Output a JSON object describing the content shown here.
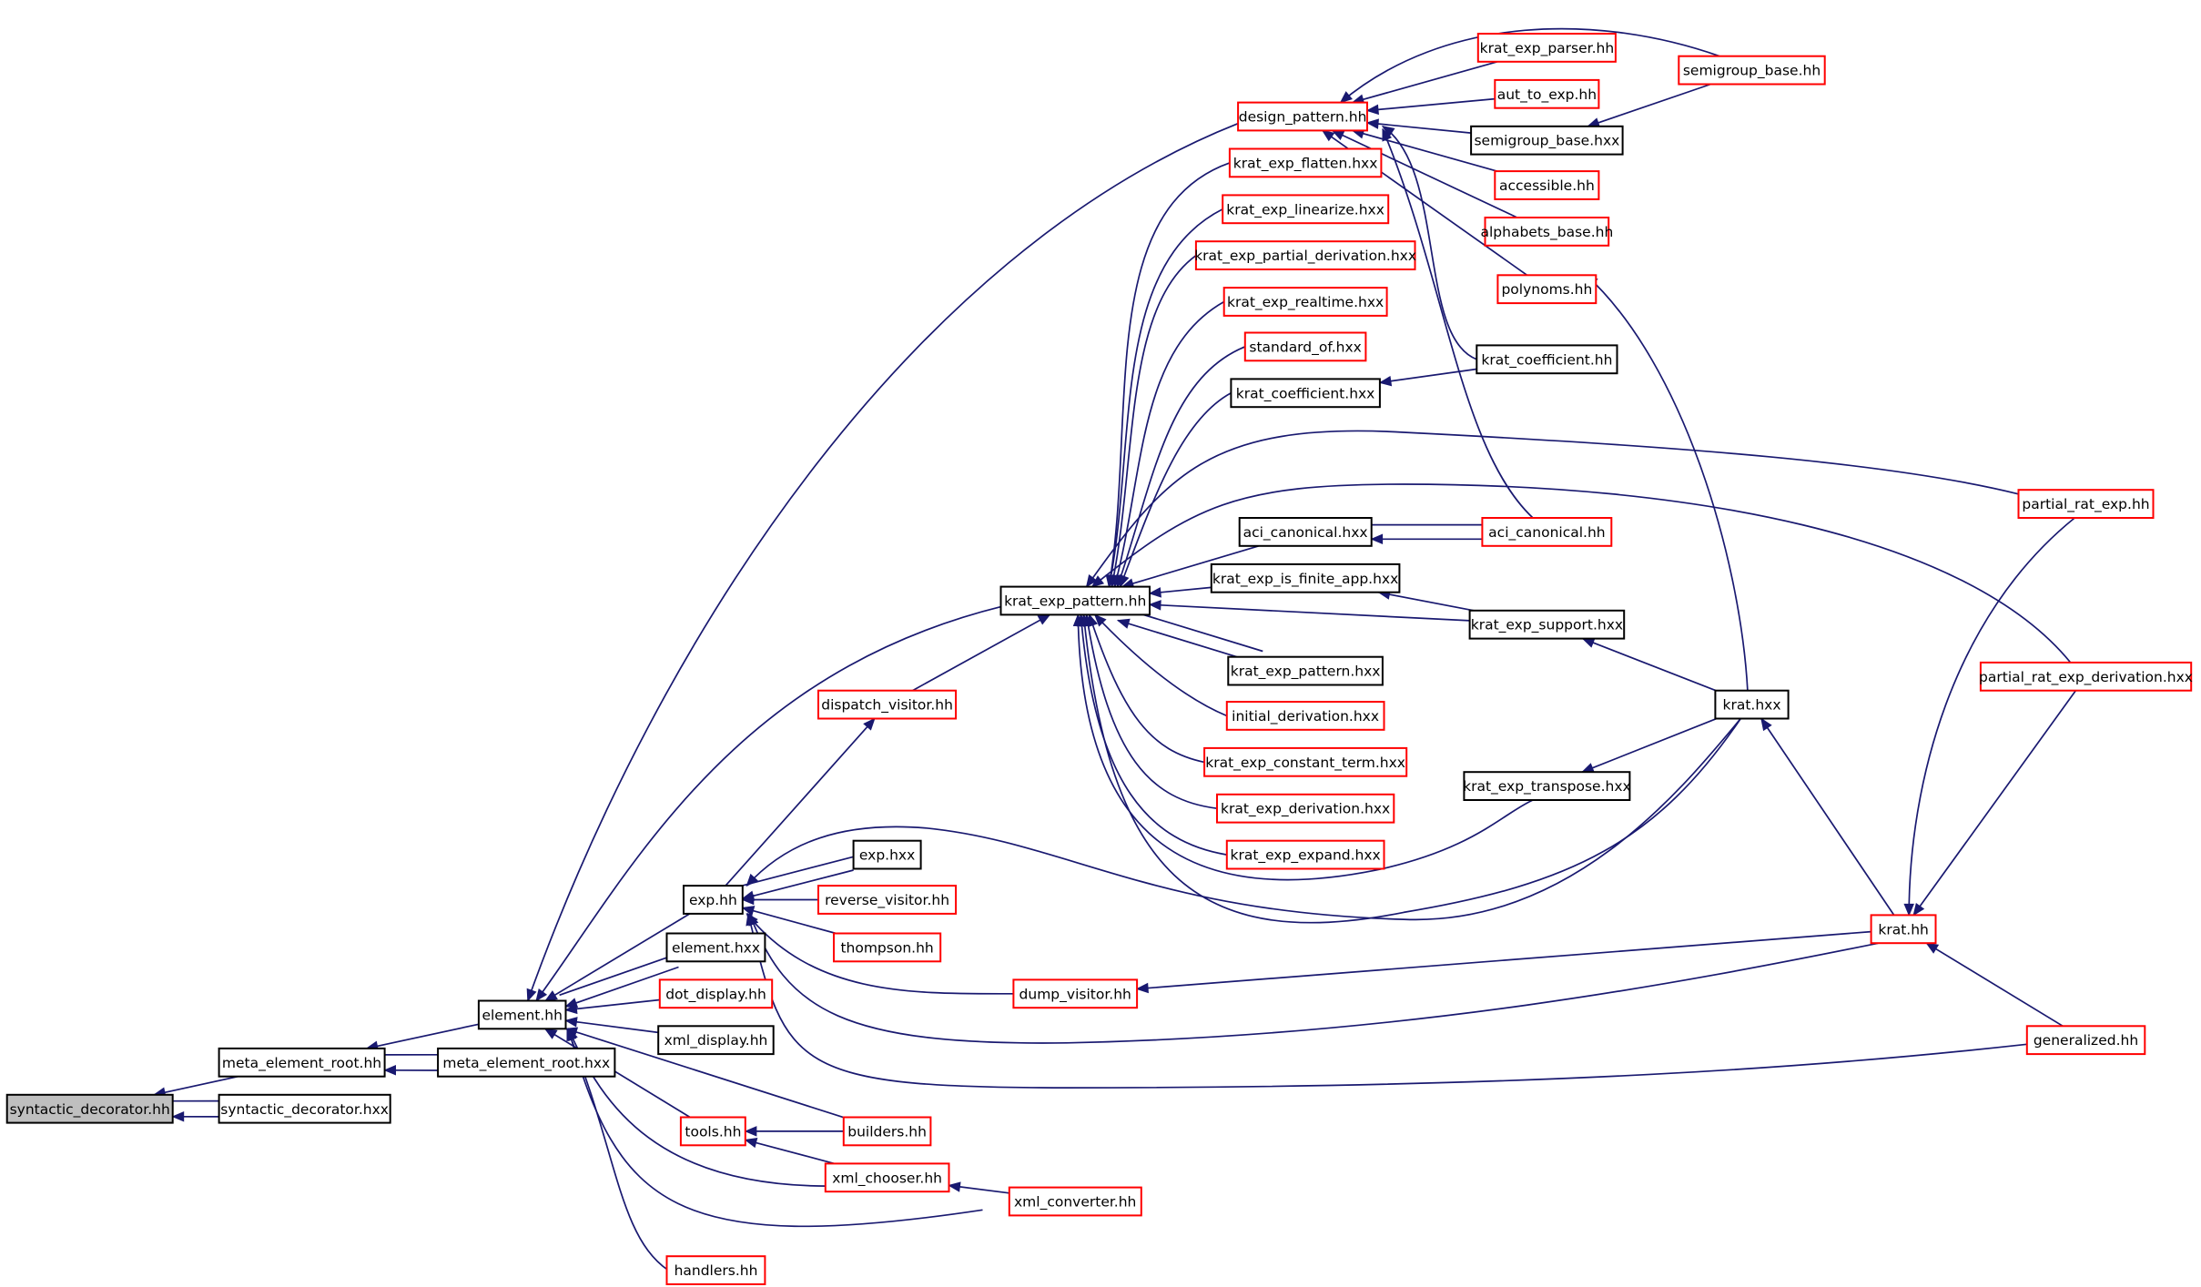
{
  "colors": {
    "edge": "#191970",
    "box_black": "#000000",
    "box_red": "#ff0000",
    "root_fill": "#bfbfbf"
  },
  "graph": {
    "root": "syntactic_decorator.hh",
    "nodes": [
      {
        "id": "n_syntactic_decorator_hh",
        "label": "syntactic_decorator.hh",
        "border": "gray"
      },
      {
        "id": "n_meta_element_root_hh",
        "label": "meta_element_root.hh",
        "border": "black"
      },
      {
        "id": "n_syntactic_decorator_hxx",
        "label": "syntactic_decorator.hxx",
        "border": "black"
      },
      {
        "id": "n_element_hh",
        "label": "element.hh",
        "border": "black"
      },
      {
        "id": "n_meta_element_root_hxx",
        "label": "meta_element_root.hxx",
        "border": "black"
      },
      {
        "id": "n_design_pattern_hh",
        "label": "design_pattern.hh",
        "border": "red"
      },
      {
        "id": "n_krat_exp_pattern_hh",
        "label": "krat_exp_pattern.hh",
        "border": "black"
      },
      {
        "id": "n_exp_hh",
        "label": "exp.hh",
        "border": "black"
      },
      {
        "id": "n_element_hxx",
        "label": "element.hxx",
        "border": "black"
      },
      {
        "id": "n_dot_display_hh",
        "label": "dot_display.hh",
        "border": "red"
      },
      {
        "id": "n_xml_display_hh",
        "label": "xml_display.hh",
        "border": "black"
      },
      {
        "id": "n_builders_hh",
        "label": "builders.hh",
        "border": "red"
      },
      {
        "id": "n_tools_hh",
        "label": "tools.hh",
        "border": "red"
      },
      {
        "id": "n_xml_chooser_hh",
        "label": "xml_chooser.hh",
        "border": "red"
      },
      {
        "id": "n_xml_converter_hh",
        "label": "xml_converter.hh",
        "border": "red"
      },
      {
        "id": "n_handlers_hh",
        "label": "handlers.hh",
        "border": "red"
      },
      {
        "id": "n_krat_exp_parser_hh",
        "label": "krat_exp_parser.hh",
        "border": "red"
      },
      {
        "id": "n_aut_to_exp_hh",
        "label": "aut_to_exp.hh",
        "border": "red"
      },
      {
        "id": "n_semigroup_base_hxx",
        "label": "semigroup_base.hxx",
        "border": "black"
      },
      {
        "id": "n_semigroup_base_hh",
        "label": "semigroup_base.hh",
        "border": "red"
      },
      {
        "id": "n_accessible_hh",
        "label": "accessible.hh",
        "border": "red"
      },
      {
        "id": "n_alphabets_base_hh",
        "label": "alphabets_base.hh",
        "border": "red"
      },
      {
        "id": "n_polynoms_hh",
        "label": "polynoms.hh",
        "border": "red"
      },
      {
        "id": "n_krat_coefficient_hh",
        "label": "krat_coefficient.hh",
        "border": "black"
      },
      {
        "id": "n_aci_canonical_hh",
        "label": "aci_canonical.hh",
        "border": "red"
      },
      {
        "id": "n_krat_exp_flatten_hxx",
        "label": "krat_exp_flatten.hxx",
        "border": "red"
      },
      {
        "id": "n_krat_exp_linearize_hxx",
        "label": "krat_exp_linearize.hxx",
        "border": "red"
      },
      {
        "id": "n_krat_exp_partial_derivation_hxx",
        "label": "krat_exp_partial_derivation.hxx",
        "border": "red"
      },
      {
        "id": "n_krat_exp_realtime_hxx",
        "label": "krat_exp_realtime.hxx",
        "border": "red"
      },
      {
        "id": "n_standard_of_hxx",
        "label": "standard_of.hxx",
        "border": "red"
      },
      {
        "id": "n_krat_coefficient_hxx",
        "label": "krat_coefficient.hxx",
        "border": "black"
      },
      {
        "id": "n_aci_canonical_hxx",
        "label": "aci_canonical.hxx",
        "border": "black"
      },
      {
        "id": "n_krat_exp_is_finite_app_hxx",
        "label": "krat_exp_is_finite_app.hxx",
        "border": "black"
      },
      {
        "id": "n_krat_exp_support_hxx",
        "label": "krat_exp_support.hxx",
        "border": "black"
      },
      {
        "id": "n_krat_exp_pattern_hxx",
        "label": "krat_exp_pattern.hxx",
        "border": "black"
      },
      {
        "id": "n_initial_derivation_hxx",
        "label": "initial_derivation.hxx",
        "border": "red"
      },
      {
        "id": "n_krat_exp_constant_term_hxx",
        "label": "krat_exp_constant_term.hxx",
        "border": "red"
      },
      {
        "id": "n_krat_exp_derivation_hxx",
        "label": "krat_exp_derivation.hxx",
        "border": "red"
      },
      {
        "id": "n_krat_exp_expand_hxx",
        "label": "krat_exp_expand.hxx",
        "border": "red"
      },
      {
        "id": "n_krat_exp_transpose_hxx",
        "label": "krat_exp_transpose.hxx",
        "border": "black"
      },
      {
        "id": "n_dispatch_visitor_hh",
        "label": "dispatch_visitor.hh",
        "border": "red"
      },
      {
        "id": "n_exp_hxx",
        "label": "exp.hxx",
        "border": "black"
      },
      {
        "id": "n_reverse_visitor_hh",
        "label": "reverse_visitor.hh",
        "border": "red"
      },
      {
        "id": "n_thompson_hh",
        "label": "thompson.hh",
        "border": "red"
      },
      {
        "id": "n_dump_visitor_hh",
        "label": "dump_visitor.hh",
        "border": "red"
      },
      {
        "id": "n_krat_hxx",
        "label": "krat.hxx",
        "border": "black"
      },
      {
        "id": "n_krat_hh",
        "label": "krat.hh",
        "border": "red"
      },
      {
        "id": "n_partial_rat_exp_hh",
        "label": "partial_rat_exp.hh",
        "border": "red"
      },
      {
        "id": "n_partial_rat_exp_derivation_hxx",
        "label": "partial_rat_exp_derivation.hxx",
        "border": "red"
      },
      {
        "id": "n_generalized_hh",
        "label": "generalized.hh",
        "border": "red"
      }
    ]
  }
}
